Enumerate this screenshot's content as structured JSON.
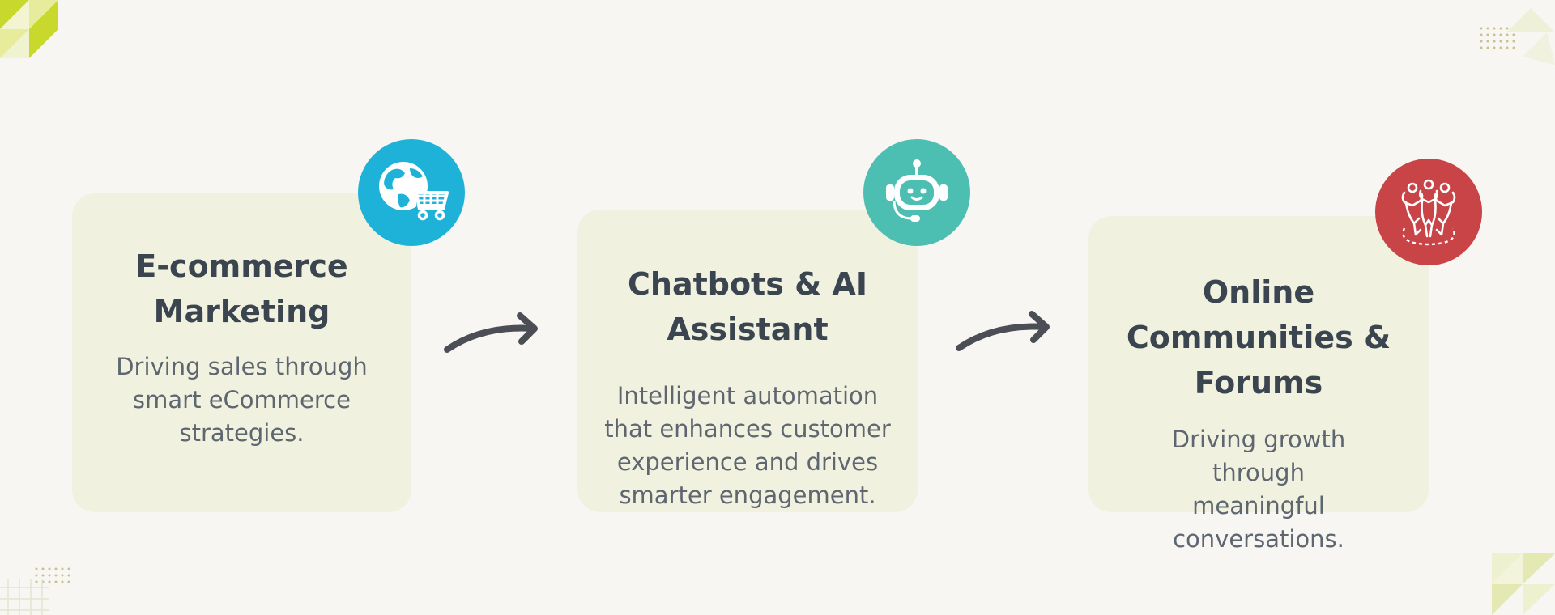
{
  "colors": {
    "background": "#f7f6f2",
    "card": "#f1f1e0",
    "heading": "#3a4550",
    "body_text": "#5e6670",
    "arrow": "#4b4f55",
    "badge_blue": "#1fb2d8",
    "badge_teal": "#4dbeb2",
    "badge_red": "#c94447",
    "accent_yellow": "#c9d82c"
  },
  "steps": [
    {
      "title_line1": "E-commerce",
      "title_line2": "Marketing",
      "desc_line1": "Driving sales through",
      "desc_line2": "smart eCommerce",
      "desc_line3": "strategies.",
      "icon": "globe-cart-icon"
    },
    {
      "title_line1": "Chatbots & AI",
      "title_line2": "Assistant",
      "desc_line1": "Intelligent automation",
      "desc_line2": "that enhances customer",
      "desc_line3": "experience and drives",
      "desc_line4": "smarter engagement.",
      "icon": "robot-icon"
    },
    {
      "title_line1": "Online",
      "title_line2": "Communities &",
      "title_line3": "Forums",
      "desc_line1": "Driving growth through",
      "desc_line2": "meaningful",
      "desc_line3": "conversations.",
      "icon": "community-people-icon"
    }
  ],
  "connectors": [
    "arrow-right-icon",
    "arrow-right-icon"
  ]
}
